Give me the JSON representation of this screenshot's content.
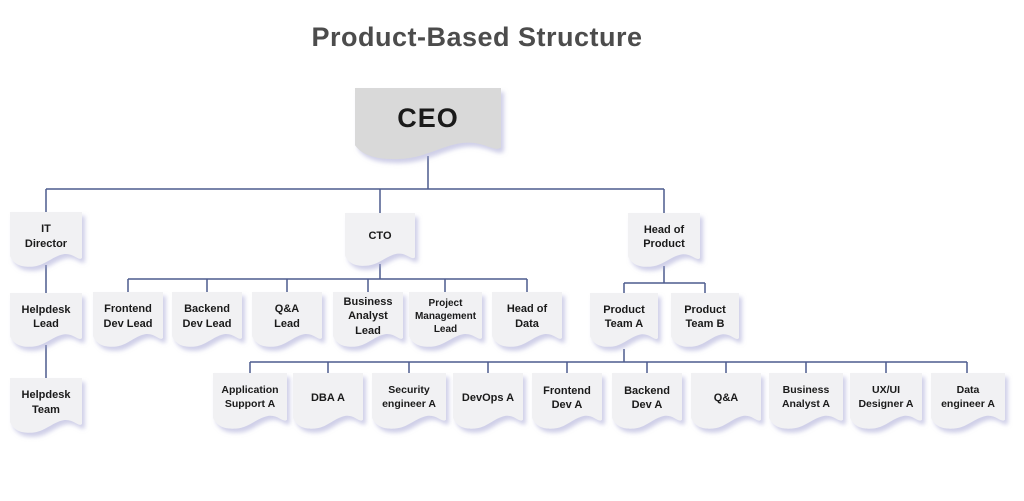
{
  "title": "Product-Based Structure",
  "diagram": {
    "type": "org-chart",
    "nodes": {
      "ceo": {
        "label": "CEO"
      },
      "it_director": {
        "label": "IT\nDirector"
      },
      "cto": {
        "label": "CTO"
      },
      "head_of_product": {
        "label": "Head of\nProduct"
      },
      "helpdesk_lead": {
        "label": "Helpdesk\nLead"
      },
      "helpdesk_team": {
        "label": "Helpdesk\nTeam"
      },
      "frontend_dev_lead": {
        "label": "Frontend\nDev Lead"
      },
      "backend_dev_lead": {
        "label": "Backend\nDev Lead"
      },
      "qa_lead": {
        "label": "Q&A\nLead"
      },
      "business_analyst_lead": {
        "label": "Business\nAnalyst\nLead"
      },
      "project_management_lead": {
        "label": "Project\nManagement\nLead"
      },
      "head_of_data": {
        "label": "Head of\nData"
      },
      "product_team_a": {
        "label": "Product\nTeam A"
      },
      "product_team_b": {
        "label": "Product\nTeam B"
      },
      "application_support_a": {
        "label": "Application\nSupport A"
      },
      "dba_a": {
        "label": "DBA A"
      },
      "security_engineer_a": {
        "label": "Security\nengineer A"
      },
      "devops_a": {
        "label": "DevOps A"
      },
      "frontend_dev_a": {
        "label": "Frontend\nDev A"
      },
      "backend_dev_a": {
        "label": "Backend\nDev A"
      },
      "qa_a": {
        "label": "Q&A"
      },
      "business_analyst_a": {
        "label": "Business\nAnalyst A"
      },
      "uxui_designer_a": {
        "label": "UX/UI\nDesigner A"
      },
      "data_engineer_a": {
        "label": "Data\nengineer A"
      }
    },
    "hierarchy": {
      "CEO": [
        "IT Director",
        "CTO",
        "Head of Product"
      ],
      "IT Director": [
        "Helpdesk Lead"
      ],
      "Helpdesk Lead": [
        "Helpdesk Team"
      ],
      "CTO": [
        "Frontend Dev Lead",
        "Backend Dev Lead",
        "Q&A Lead",
        "Business Analyst Lead",
        "Project Management Lead",
        "Head of Data"
      ],
      "Head of Product": [
        "Product Team A",
        "Product Team B"
      ],
      "Product Team A": [
        "Application Support A",
        "DBA A",
        "Security engineer A",
        "DevOps A",
        "Frontend Dev A",
        "Backend Dev A",
        "Q&A",
        "Business Analyst A",
        "UX/UI Designer A",
        "Data engineer A"
      ]
    },
    "colors": {
      "line": "#4d5c8e",
      "ceo_fill": "#d9d9d9",
      "node_fill": "#f1f1f3",
      "node_shadow": "#a8a8d6",
      "title_text": "#4c4c4c",
      "node_text": "#1a1a1a",
      "background": "#ffffff"
    }
  }
}
